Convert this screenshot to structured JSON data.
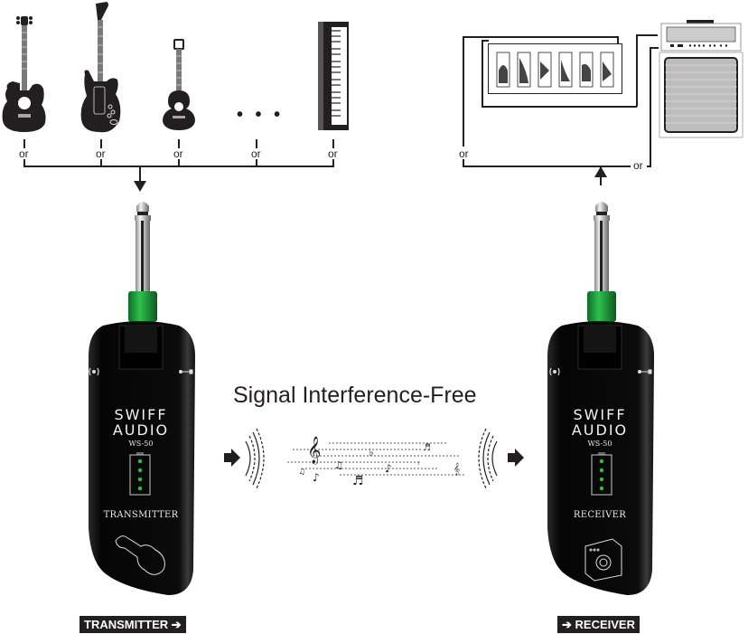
{
  "title": "Signal Interference-Free",
  "inputs": {
    "instruments": [
      {
        "name": "acoustic-guitar",
        "or_label": "or"
      },
      {
        "name": "electric-guitar",
        "or_label": "or"
      },
      {
        "name": "ukulele",
        "or_label": "or"
      },
      {
        "name": "more",
        "glyph": "• • •",
        "or_label": "or"
      },
      {
        "name": "keyboard",
        "or_label": "or"
      }
    ]
  },
  "outputs": {
    "pedalboard": {
      "or_label": "or",
      "pedal_count": 6
    },
    "amplifier": {
      "or_label": "or"
    }
  },
  "transmitter": {
    "brand_line1": "SWIFF",
    "brand_line2": "AUDIO",
    "model": "WS-50",
    "label": "TRANSMITTER",
    "battery_leds": 4,
    "led_color": "#29c33a",
    "collar_color": "#1a9e3a"
  },
  "receiver": {
    "brand_line1": "SWIFF",
    "brand_line2": "AUDIO",
    "model": "WS-50",
    "label": "RECEIVER",
    "battery_leds": 4,
    "led_color": "#29c33a",
    "collar_color": "#1a9e3a"
  },
  "tags": {
    "transmitter": "TRANSMITTER ➔",
    "receiver": "➔ RECEIVER"
  },
  "colors": {
    "ink": "#231f20",
    "device_body": "#0d0d0d",
    "accent_green": "#1a9e3a"
  }
}
